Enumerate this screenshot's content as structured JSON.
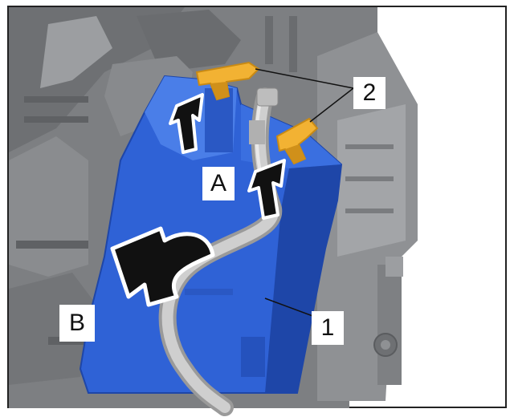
{
  "figure": {
    "callouts": {
      "part_1": "1",
      "part_2": "2",
      "step_A": "A",
      "step_B": "B"
    },
    "colors": {
      "background_white": "#ffffff",
      "frame_border": "#222222",
      "housing_gray_dark": "#6e7073",
      "housing_gray_mid": "#8f9194",
      "housing_gray_light": "#b3b5b8",
      "module_blue": "#2f62d6",
      "module_blue_dark": "#1e46a8",
      "module_blue_light": "#4a7ee8",
      "clip_orange": "#f2b233",
      "clip_orange_dark": "#d0901a",
      "cable_gray": "#c8c8c8",
      "cable_gray_dark": "#9a9a9a",
      "arrow_black": "#111111",
      "arrow_outline": "#ffffff"
    },
    "icons": {
      "push_arrow": "push-up-arrow-icon",
      "rotate_arrow": "curved-rotate-arrow-icon"
    }
  }
}
